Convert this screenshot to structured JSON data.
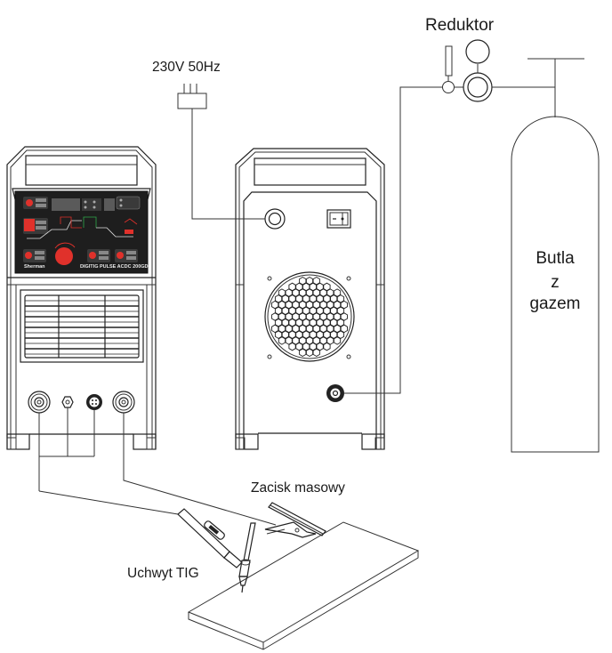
{
  "labels": {
    "power": "230V 50Hz",
    "regulator": "Reduktor",
    "cylinder_line1": "Butla",
    "cylinder_line2": "z",
    "cylinder_line3": "gazem",
    "ground_clamp": "Zacisk masowy",
    "tig_torch": "Uchwyt TIG"
  },
  "front_unit": {
    "brand": "Sherman",
    "model": "DIGITIG PULSE ACDC 200GD",
    "panel_color": "#1e1e1e",
    "accent_color": "#e0312b",
    "green_color": "#2fa84a"
  }
}
